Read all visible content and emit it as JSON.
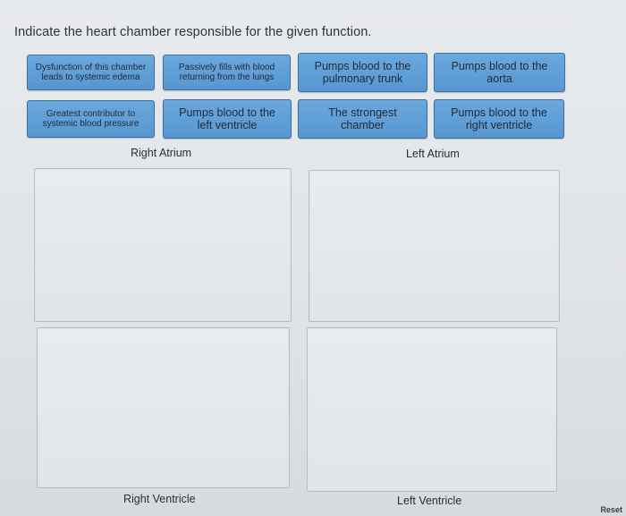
{
  "question": "Indicate the heart chamber responsible for the given function.",
  "tiles": [
    {
      "label_line1": "Dysfunction of this chamber",
      "label_line2": "leads to systemic edema"
    },
    {
      "label_line1": "Passively fills with blood",
      "label_line2": "returning from the lungs"
    },
    {
      "label_line1": "Pumps blood to the",
      "label_line2": "pulmonary trunk"
    },
    {
      "label_line1": "Pumps blood to the",
      "label_line2": "aorta"
    },
    {
      "label_line1": "Greatest contributor to",
      "label_line2": "systemic blood pressure"
    },
    {
      "label_line1": "Pumps blood to the",
      "label_line2": "left ventricle"
    },
    {
      "label_line1": "The strongest",
      "label_line2": "chamber"
    },
    {
      "label_line1": "Pumps blood to the",
      "label_line2": "right ventricle"
    }
  ],
  "zones": {
    "right_atrium": "Right Atrium",
    "left_atrium": "Left Atrium",
    "right_ventricle": "Right Ventricle",
    "left_ventricle": "Left Ventricle"
  },
  "reset_label": "Reset"
}
